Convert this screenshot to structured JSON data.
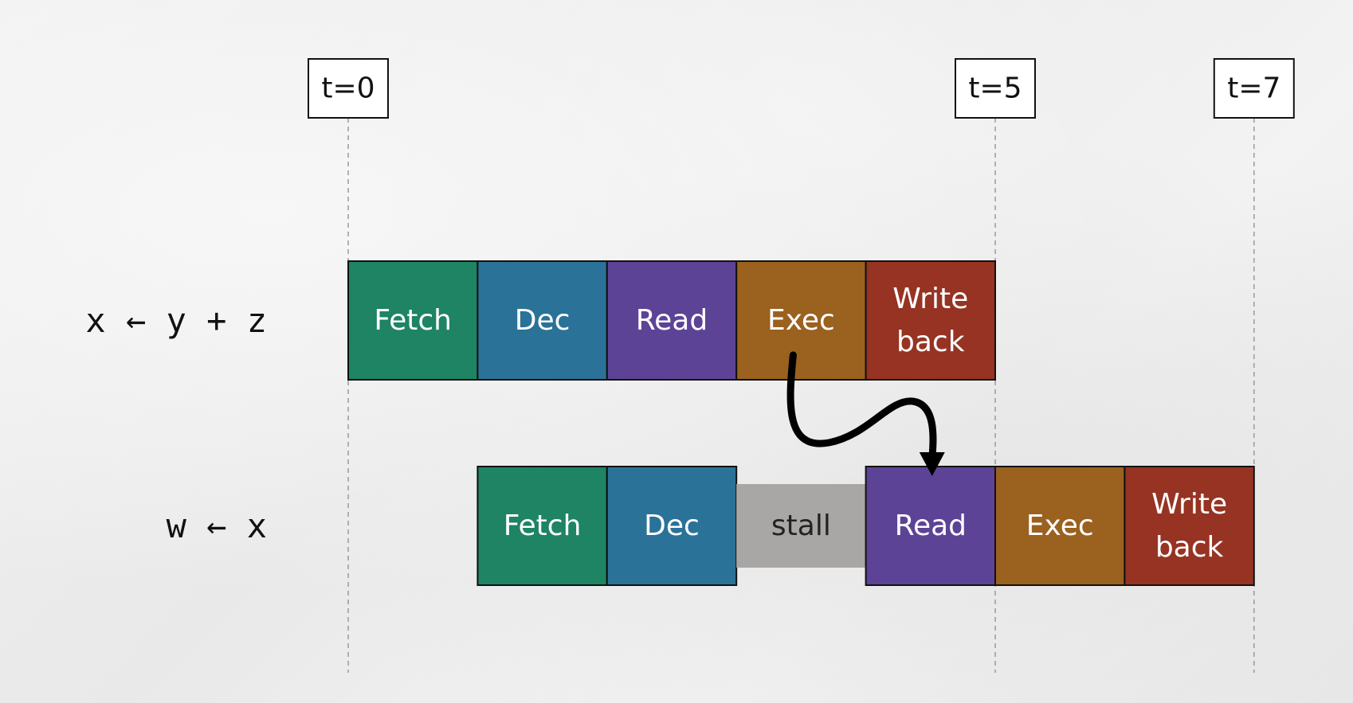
{
  "time_markers": [
    {
      "label": "t=0",
      "t": 0
    },
    {
      "label": "t=5",
      "t": 5
    },
    {
      "label": "t=7",
      "t": 7
    }
  ],
  "instructions": [
    {
      "text": "x ← y + z",
      "start": 0,
      "stages": [
        {
          "lines": [
            "Fetch"
          ],
          "kind": "fetch"
        },
        {
          "lines": [
            "Dec"
          ],
          "kind": "decode"
        },
        {
          "lines": [
            "Read"
          ],
          "kind": "read"
        },
        {
          "lines": [
            "Exec"
          ],
          "kind": "exec"
        },
        {
          "lines": [
            "Write",
            "back"
          ],
          "kind": "writeback"
        }
      ]
    },
    {
      "text": "w ← x",
      "start": 1,
      "stages": [
        {
          "lines": [
            "Fetch"
          ],
          "kind": "fetch"
        },
        {
          "lines": [
            "Dec"
          ],
          "kind": "decode"
        },
        {
          "lines": [
            "stall"
          ],
          "kind": "stall"
        },
        {
          "lines": [
            "Read"
          ],
          "kind": "read"
        },
        {
          "lines": [
            "Exec"
          ],
          "kind": "exec"
        },
        {
          "lines": [
            "Write",
            "back"
          ],
          "kind": "writeback"
        }
      ]
    }
  ],
  "dependency": {
    "from_instruction": 0,
    "from_stage": 3,
    "to_instruction": 1,
    "to_stage": 3
  },
  "colors": {
    "fetch": "#1e8463",
    "decode": "#2b7299",
    "read": "#5d4396",
    "exec": "#9a611f",
    "writeback": "#963323",
    "stall": "#a9a6a6"
  }
}
